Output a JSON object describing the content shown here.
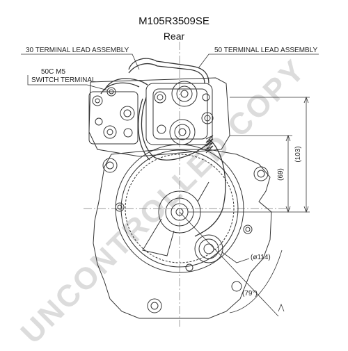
{
  "header": {
    "part_number": "M105R3509SE",
    "view": "Rear"
  },
  "callouts": {
    "terminal_30": "30 TERMINAL LEAD ASSEMBLY",
    "terminal_50": "50 TERMINAL LEAD ASSEMBLY",
    "switch_line1": "50C M5",
    "switch_line2": "SWITCH TERMINAL"
  },
  "dimensions": {
    "d103": "(103)",
    "d69": "(69)",
    "d114": "(ø114)",
    "d79": "(79°)"
  },
  "watermark": "UNCONTROLLED COPY",
  "colors": {
    "line": "#333333",
    "watermark": "#d9d9d9"
  }
}
